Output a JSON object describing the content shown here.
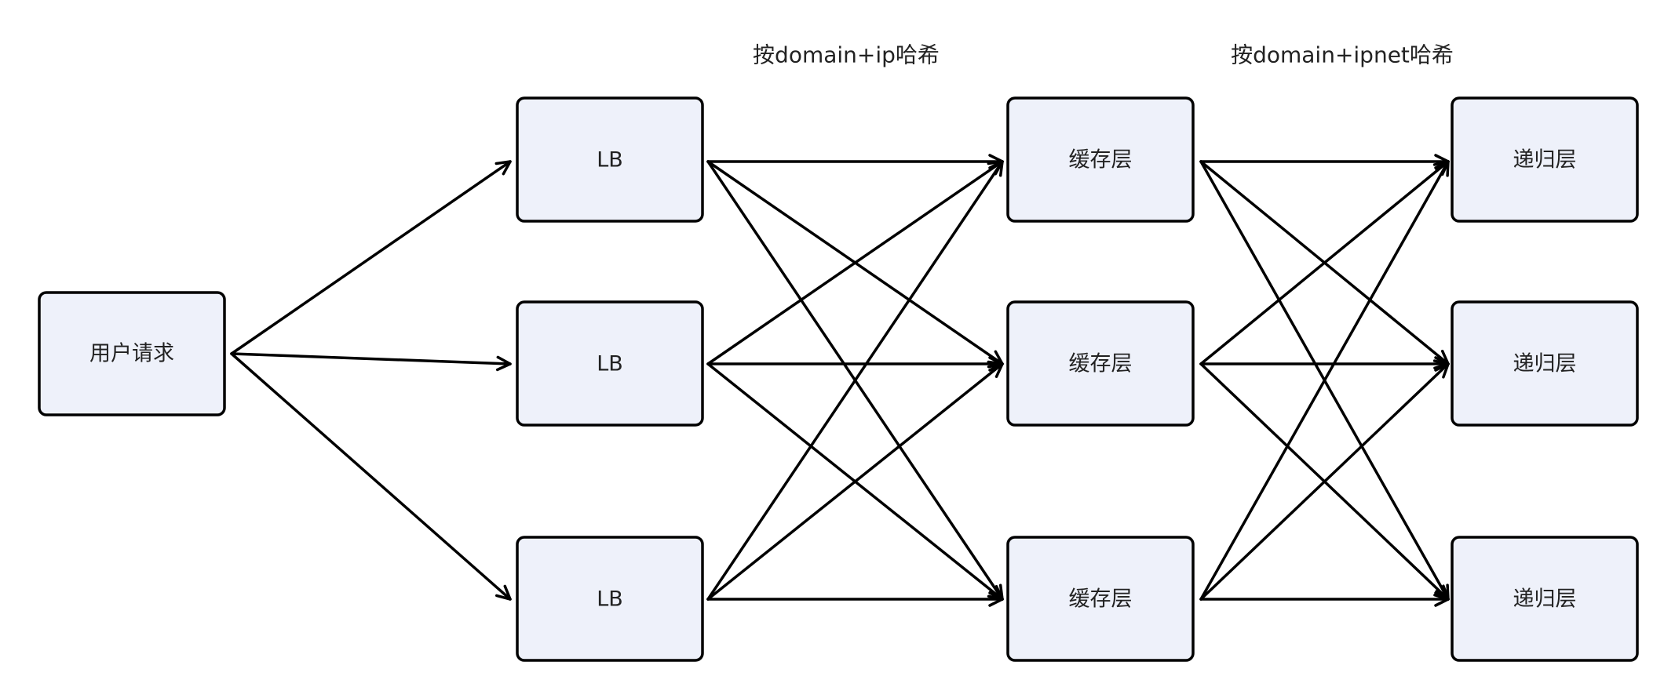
{
  "stage_labels": {
    "lb_to_cache": "按domain+ip哈希",
    "cache_to_recursive": "按domain+ipnet哈希"
  },
  "nodes": {
    "user": {
      "label": "用户请求"
    },
    "lb": [
      {
        "label": "LB"
      },
      {
        "label": "LB"
      },
      {
        "label": "LB"
      }
    ],
    "cache": [
      {
        "label": "缓存层"
      },
      {
        "label": "缓存层"
      },
      {
        "label": "缓存层"
      }
    ],
    "recursive": [
      {
        "label": "递归层"
      },
      {
        "label": "递归层"
      },
      {
        "label": "递归层"
      }
    ]
  },
  "edges": [
    {
      "from": "user",
      "to": "lb.0"
    },
    {
      "from": "user",
      "to": "lb.1"
    },
    {
      "from": "user",
      "to": "lb.2"
    },
    {
      "from": "lb.0",
      "to": "cache.0"
    },
    {
      "from": "lb.0",
      "to": "cache.1"
    },
    {
      "from": "lb.0",
      "to": "cache.2"
    },
    {
      "from": "lb.1",
      "to": "cache.0"
    },
    {
      "from": "lb.1",
      "to": "cache.1"
    },
    {
      "from": "lb.1",
      "to": "cache.2"
    },
    {
      "from": "lb.2",
      "to": "cache.0"
    },
    {
      "from": "lb.2",
      "to": "cache.1"
    },
    {
      "from": "lb.2",
      "to": "cache.2"
    },
    {
      "from": "cache.0",
      "to": "recursive.0"
    },
    {
      "from": "cache.0",
      "to": "recursive.1"
    },
    {
      "from": "cache.0",
      "to": "recursive.2"
    },
    {
      "from": "cache.1",
      "to": "recursive.0"
    },
    {
      "from": "cache.1",
      "to": "recursive.1"
    },
    {
      "from": "cache.1",
      "to": "recursive.2"
    },
    {
      "from": "cache.2",
      "to": "recursive.0"
    },
    {
      "from": "cache.2",
      "to": "recursive.1"
    },
    {
      "from": "cache.2",
      "to": "recursive.2"
    }
  ]
}
